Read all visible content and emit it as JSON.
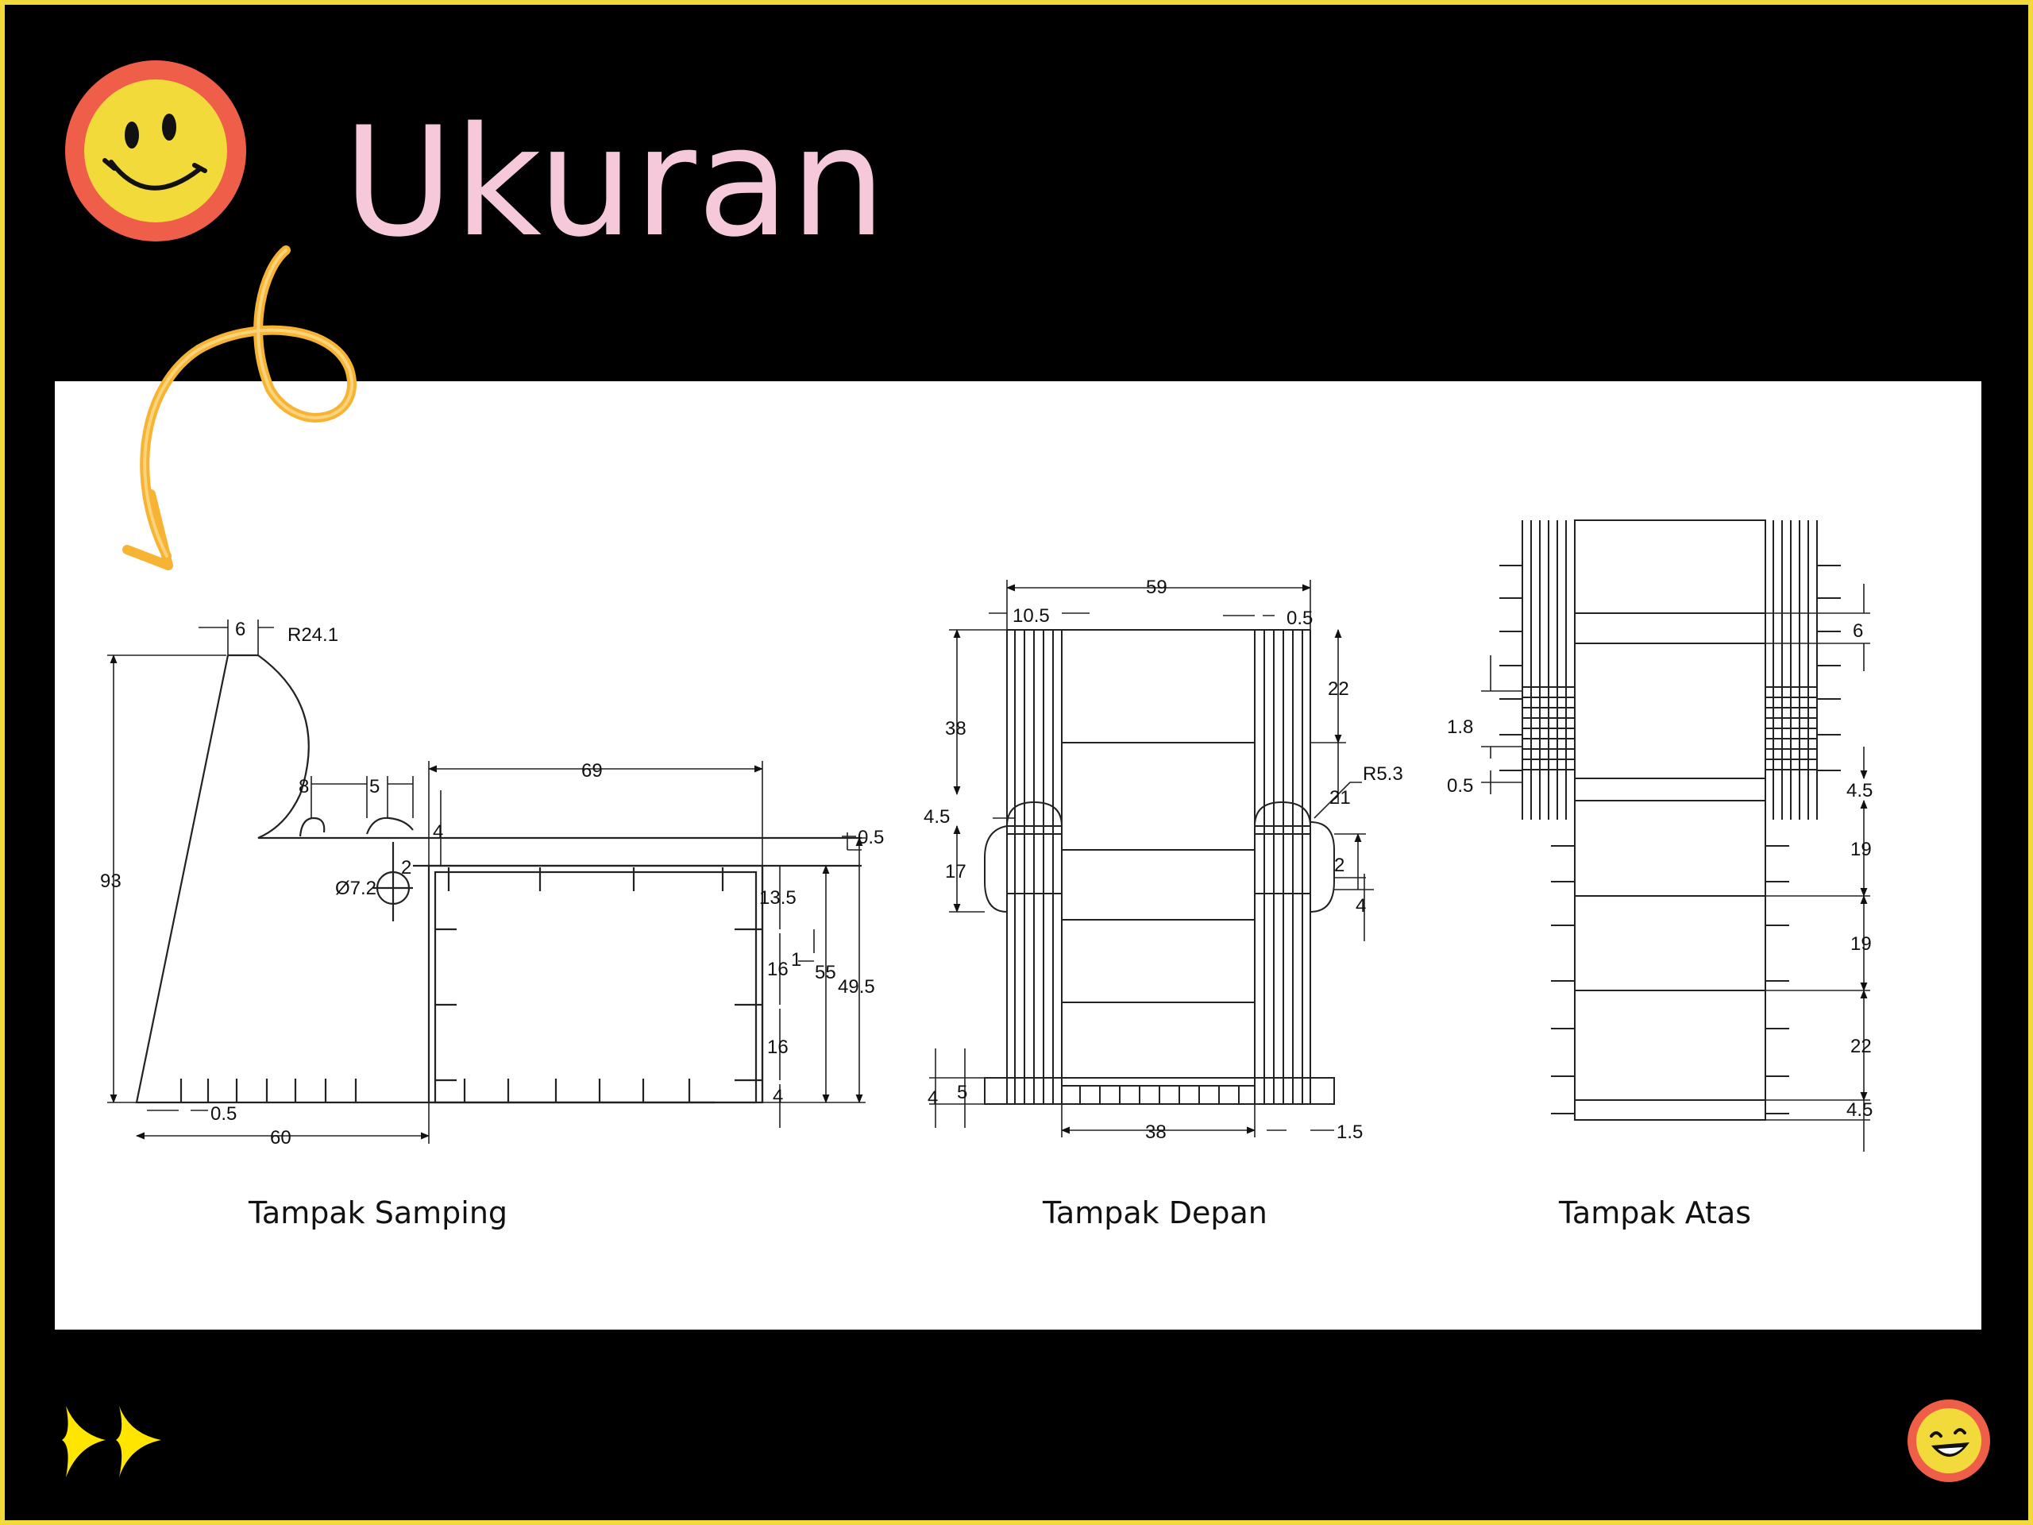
{
  "slide": {
    "title": "Ukuran",
    "colors": {
      "background": "#000000",
      "border": "#F2DA3A",
      "title": "#F5C9DA",
      "smiley_face": "#F2DA3A",
      "smiley_ring": "#EE5E48",
      "arrow": "#F7B434",
      "sparkle": "#FFE500"
    },
    "icons": [
      "smiley-icon",
      "curly-arrow-icon",
      "sparkle-icon",
      "laughing-face-icon"
    ]
  },
  "views": {
    "side": {
      "label": "Tampak Samping",
      "dims": [
        "6",
        "R24.1",
        "8",
        "5",
        "69",
        "4",
        "0.5",
        "2",
        "Ø7.2",
        "93",
        "13.5",
        "1",
        "16",
        "55",
        "49.5",
        "16",
        "4",
        "0.5",
        "60"
      ]
    },
    "front": {
      "label": "Tampak Depan",
      "dims": [
        "59",
        "10.5",
        "0.5",
        "38",
        "22",
        "R5.3",
        "21",
        "4.5",
        "17",
        "2",
        "4",
        "4",
        "5",
        "38",
        "1.5"
      ]
    },
    "top": {
      "label": "Tampak Atas",
      "dims": [
        "6",
        "1.8",
        "0.5",
        "4.5",
        "19",
        "19",
        "22",
        "4.5"
      ]
    }
  }
}
